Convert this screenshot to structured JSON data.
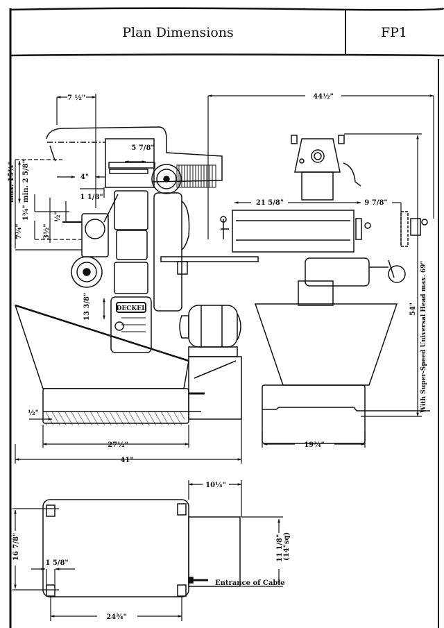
{
  "header": {
    "title": "Plan Dimensions",
    "code": "FP1"
  },
  "brand_plate": "DECKEL",
  "side_view": {
    "labels": {
      "overarm_reach": "7 ½\"",
      "head_travel": "5 7/8\"",
      "max_height": "max. 15¾\"",
      "min_height": "min. 2 5/8\"",
      "spindle_offset": "4\"",
      "offset_small": "1 1/8\"",
      "v1": "1¾\"",
      "v2": "3½\"",
      "v3": "½\"",
      "v4": "7¾\"",
      "column_height": "13 3/8\"",
      "foot_recess": "½\"",
      "base_length": "27½\"",
      "overall_length": "41\""
    }
  },
  "front_view": {
    "labels": {
      "overall_width": "44½\"",
      "table_left": "21 5/8\"",
      "table_right": "9 7/8\"",
      "height": "54\"",
      "height_note": "With Super-Speed Universal Head max. 69\"",
      "base_width": "19¾\""
    }
  },
  "plan_view": {
    "labels": {
      "motor_offset": "10¼\"",
      "foot_spacing_depth": "16 7/8\"",
      "foot_width": "1 5/8\"",
      "motor_base": "11 1/8\"",
      "motor_base_sq": "(14\"sq)",
      "cable_entrance": "Entrance of Cable",
      "foot_spacing_width": "24¾\""
    }
  }
}
